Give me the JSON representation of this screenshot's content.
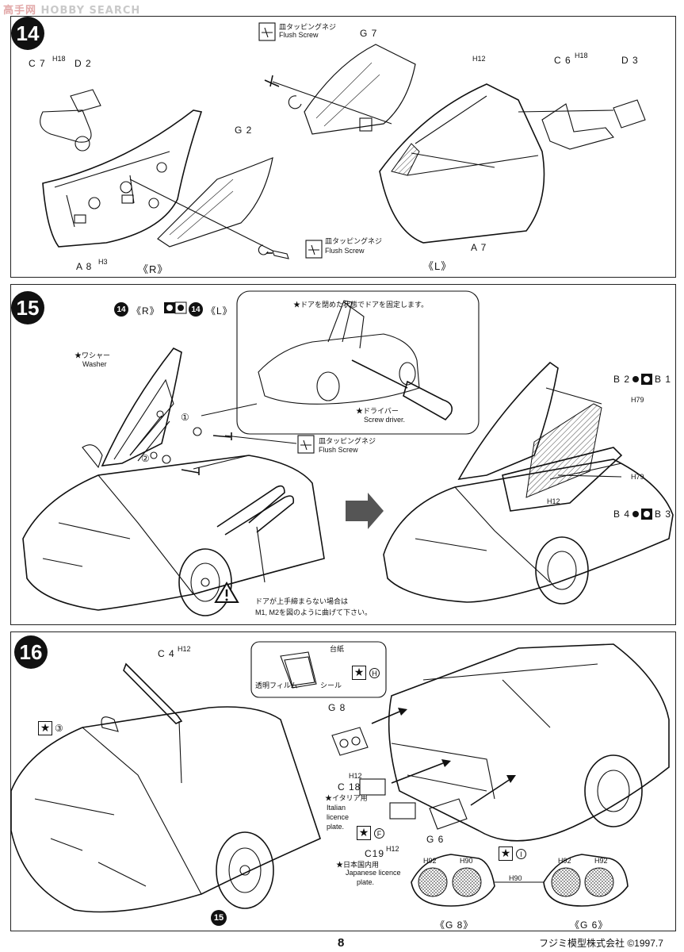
{
  "watermark": {
    "cn": "高手网",
    "en": "HOBBY SEARCH"
  },
  "steps": {
    "s14": {
      "num": "14"
    },
    "s15": {
      "num": "15"
    },
    "s16": {
      "num": "16"
    }
  },
  "p14": {
    "c7": "C 7",
    "c7_h": "H18",
    "d2": "D 2",
    "g7": "G 7",
    "flush_jp_top": "皿タッピングネジ",
    "flush_en_top": "Flush Screw",
    "h12": "H12",
    "c6": "C 6",
    "c6_h": "H18",
    "d3": "D 3",
    "g2": "G 2",
    "flush_jp_bot": "皿タッピングネジ",
    "flush_en_bot": "Flush Screw",
    "a8": "A 8",
    "a8_h": "H3",
    "a7": "A 7",
    "side_r": "《R》",
    "side_l": "《L》"
  },
  "p15": {
    "ref_r": "《R》",
    "ref_l": "《L》",
    "ref14": "14",
    "washer_jp": "★ワシャー",
    "washer_en": "Washer",
    "note_jp": "★ドアを閉めた状態でドアを固定します。",
    "driver_jp": "★ドライバー",
    "driver_en": "Screw driver.",
    "flush_jp": "皿タッピングネジ",
    "flush_en": "Flush Screw",
    "mark1": "①",
    "mark2": "②",
    "b2": "B 2",
    "b1": "B 1",
    "h79a": "H79",
    "h79b": "H79",
    "h12": "H12",
    "b4": "B 4",
    "b3": "B 3",
    "warn_line1": "ドアが上手締まらない場合は",
    "warn_line2": "M1, M2を図のように曲げて下さい。"
  },
  "p16": {
    "c4": "C 4",
    "c4_h": "H12",
    "daishi": "台紙",
    "film": "透明フィルム",
    "seal": "シール",
    "mark_h": "H",
    "star3": "③",
    "g8": "G 8",
    "c18_h": "H12",
    "c18": "C 18",
    "italy_jp": "★イタリア用",
    "italy_en1": "Italian",
    "italy_en2": "licence",
    "italy_en3": "plate.",
    "mark_f": "F",
    "g6": "G 6",
    "c19": "C19",
    "c19_h": "H12",
    "japan_jp": "★日本国内用",
    "japan_en1": "Japanese licence",
    "japan_en2": "plate.",
    "mark_i": "I",
    "h92a": "H92",
    "h90a": "H90",
    "h90b": "H90",
    "h92b": "H92",
    "h92c": "H92",
    "g8_cap": "《G 8》",
    "g6_cap": "《G 6》",
    "ref15": "15"
  },
  "footer": {
    "page": "8",
    "company": "フジミ模型株式会社 ©1997.7"
  }
}
